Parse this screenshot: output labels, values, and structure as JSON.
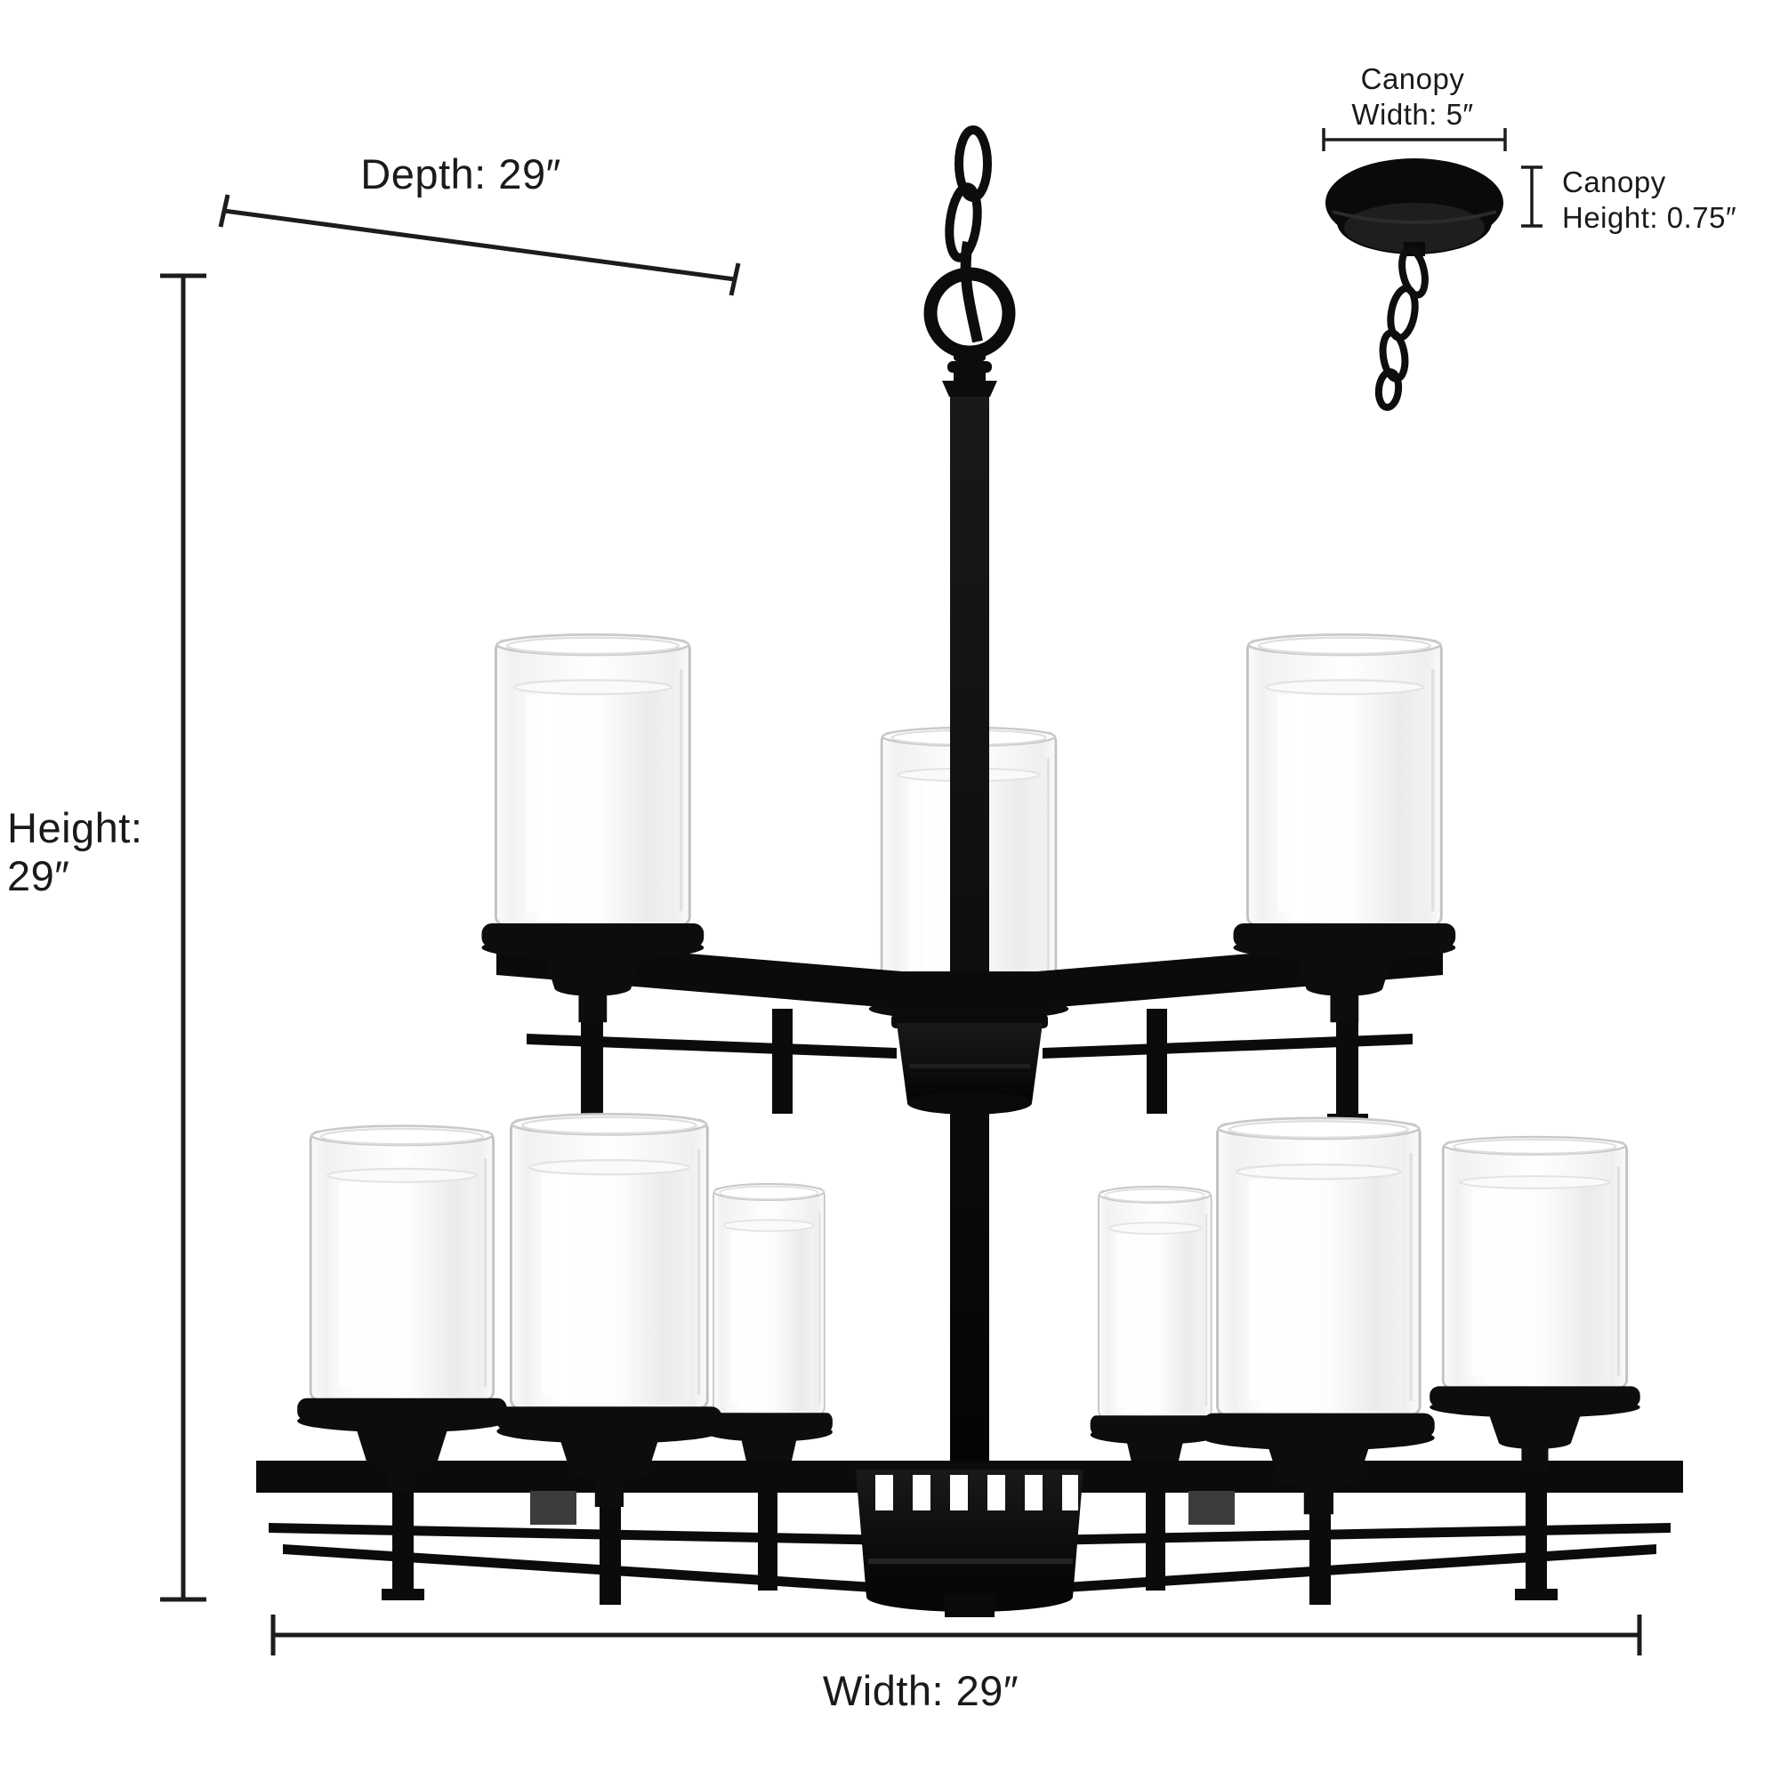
{
  "page": {
    "background_color": "#ffffff",
    "text_color": "#1a1a1a"
  },
  "product": {
    "name": "two-tier candle-style chandelier",
    "finish_color": "#0c0c0c",
    "shade_style": "clear outer glass cylinder with frosted white inner cylinder",
    "upper_tier_shades": 3,
    "lower_tier_shades": 6,
    "total_shades": 9
  },
  "dimensions": {
    "depth": {
      "label": "Depth: 29″",
      "value_in": 29
    },
    "height": {
      "line1": "Height:",
      "line2": "29″",
      "value_in": 29
    },
    "width": {
      "label": "Width: 29″",
      "value_in": 29
    },
    "canopy_width": {
      "line1": "Canopy",
      "line2": "Width: 5″",
      "value_in": 5
    },
    "canopy_height": {
      "line1": "Canopy",
      "line2": "Height: 0.75″",
      "value_in": 0.75
    }
  }
}
